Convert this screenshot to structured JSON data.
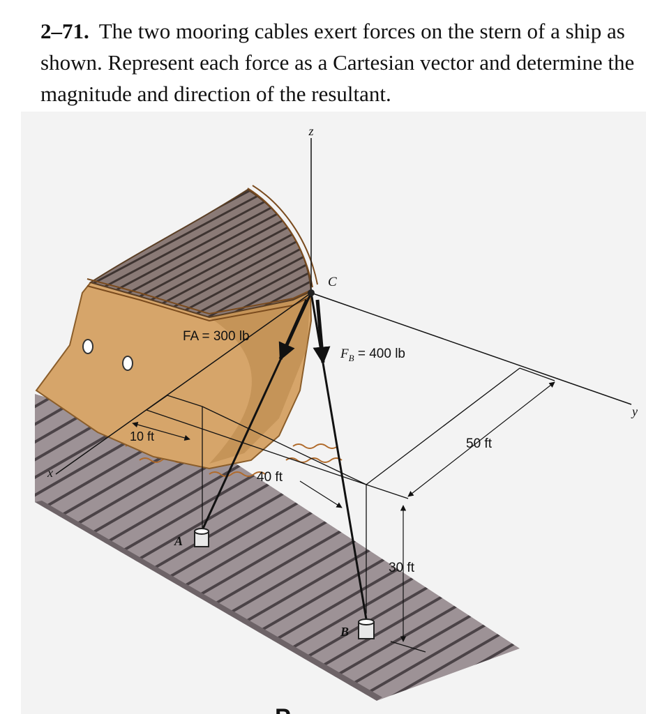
{
  "problem": {
    "number": "2–71.",
    "text": "The two mooring cables exert forces on the stern of a ship as shown. Represent each force as a Cartesian vector and determine the magnitude and direction of the resultant."
  },
  "figure": {
    "axis_z": "z",
    "axis_y": "y",
    "axis_x": "x",
    "point_c": "C",
    "point_a": "A",
    "point_b": "B",
    "force_a_label": "FA = 300 lb",
    "force_b_symbol": "F",
    "force_b_sub": "B",
    "force_b_value": " = 400 lb",
    "dim_10": "10 ft",
    "dim_40": "40 ft",
    "dim_50": "50 ft",
    "dim_30": "30 ft",
    "caption_partial": "P"
  },
  "colors": {
    "background": "#f3f3f3",
    "hull": "#d6a56a",
    "hull_dark": "#a87b45",
    "deck": "#7a6a66",
    "dock": "#9d9296",
    "water": "#c98d4d"
  }
}
